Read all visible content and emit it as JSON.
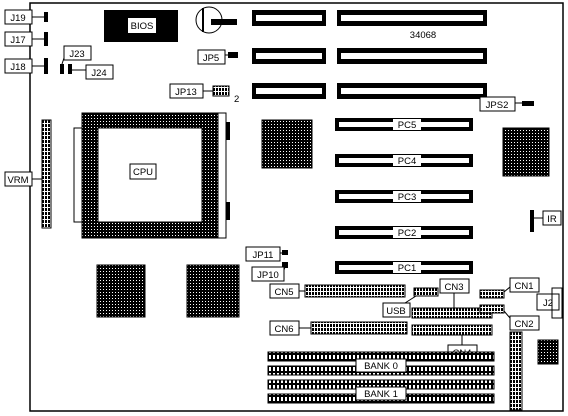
{
  "board": {
    "part_number": "34068",
    "bios_label": "BIOS",
    "cpu_label": "CPU",
    "jp13_pin_label": "2"
  },
  "slots": {
    "pci": [
      "PC5",
      "PC4",
      "PC3",
      "PC2",
      "PC1"
    ]
  },
  "memory": {
    "banks": [
      "BANK 0",
      "BANK 1"
    ]
  },
  "jumpers": [
    "J19",
    "J17",
    "J18",
    "J23",
    "J24",
    "JP5",
    "JP13",
    "JPS2",
    "JP11",
    "JP10",
    "IR",
    "VRM"
  ],
  "connectors": [
    "CN1",
    "CN2",
    "CN3",
    "CN4",
    "CN5",
    "CN6",
    "J2",
    "USB"
  ]
}
